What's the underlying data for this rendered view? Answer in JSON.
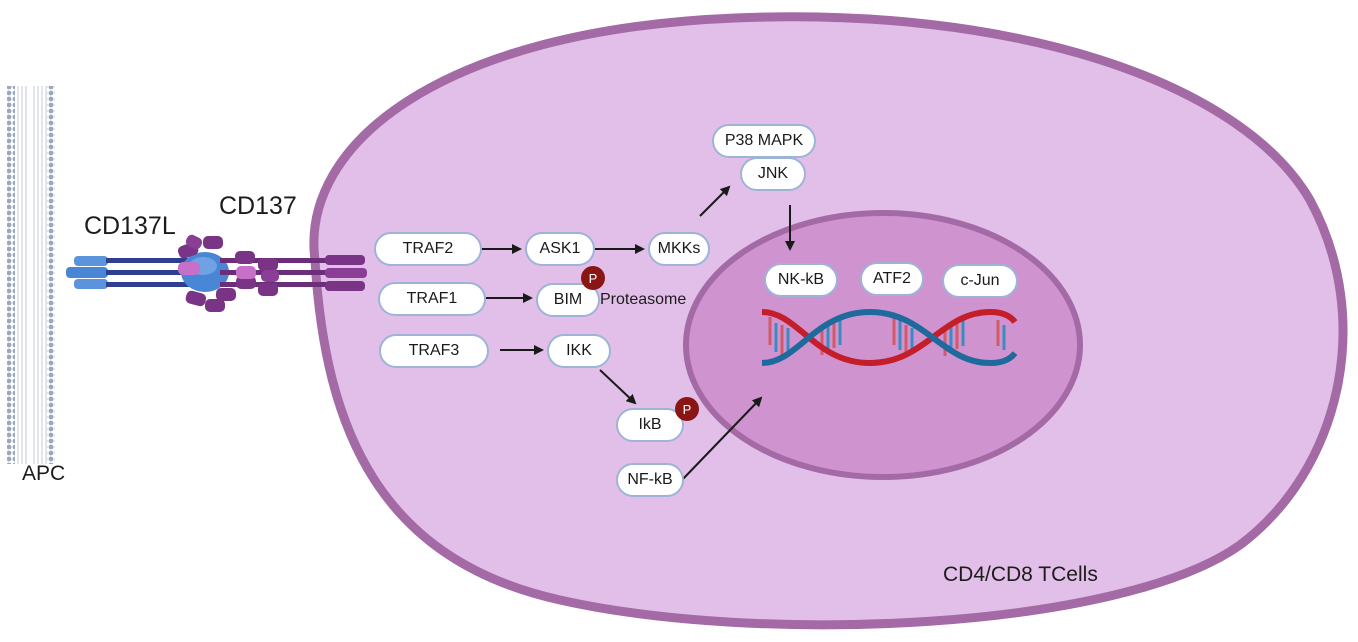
{
  "labels": {
    "apc": "APC",
    "cd137l": "CD137L",
    "cd137": "CD137",
    "cell_type": "CD4/CD8 TCells",
    "proteasome": "Proteasome"
  },
  "nodes": {
    "traf2": "TRAF2",
    "traf1": "TRAF1",
    "traf3": "TRAF3",
    "ask1": "ASK1",
    "mkks": "MKKs",
    "p38mapk": "P38 MAPK",
    "jnk": "JNK",
    "bim": "BIM",
    "ikk": "IKK",
    "ikb": "IkB",
    "nfkb_cyto": "NF-kB",
    "nkkb_nuc": "NK-kB",
    "atf2": "ATF2",
    "cjun": "c-Jun"
  },
  "phospho_mark": "P",
  "colors": {
    "cell_fill": "#e2bfe8",
    "cell_border": "#a46aa6",
    "nucleus_fill": "#cf94cf",
    "nucleus_border": "#a46aa6",
    "membrane_blue": "#9aa7bf",
    "ligand_blue": "#4a86d6",
    "receptor_purple": "#7a3486",
    "dna_red": "#c41e2a",
    "dna_blue": "#1f6a9c",
    "arrow": "#1a1a1a",
    "phospho": "#8a1515",
    "pill_border": "#9eb3d8"
  }
}
